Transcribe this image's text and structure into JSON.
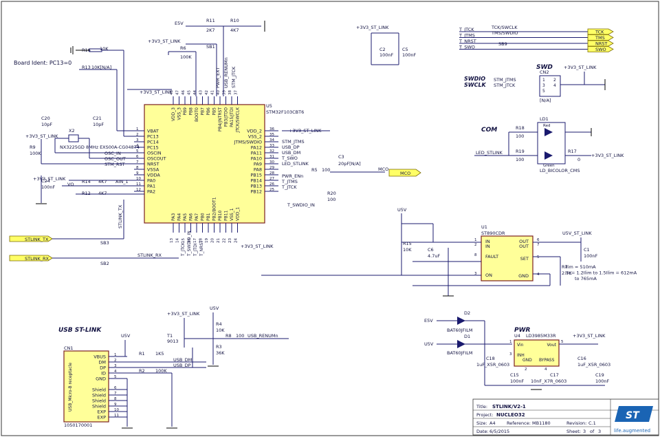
{
  "board_ident": "Board Ident: PC13=0",
  "mcu": {
    "ref": "U5",
    "part": "STM32F103CBT6",
    "left_pins": [
      "VBAT",
      "PC13",
      "PC14",
      "PC15",
      "OSCIN",
      "OSCOUT",
      "NRST",
      "VSSA",
      "VDDA",
      "PA0",
      "PA1",
      "PA2"
    ],
    "left_nums": [
      "1",
      "2",
      "3",
      "4",
      "5",
      "6",
      "7",
      "8",
      "9",
      "10",
      "11",
      "12"
    ],
    "right_pins": [
      "VDD_2",
      "VSS_2",
      "JTMS/SWDIO",
      "PA12",
      "PA11",
      "PA10",
      "PA9",
      "PA8",
      "PB15",
      "PB14",
      "PB13",
      "PB12"
    ],
    "right_nums": [
      "36",
      "35",
      "34",
      "33",
      "32",
      "31",
      "30",
      "29",
      "28",
      "27",
      "26",
      "25"
    ],
    "top_pins": [
      "VDD_3",
      "VSS_3",
      "PB9",
      "PB8",
      "BOOT0",
      "PB7",
      "PB6",
      "PB5",
      "PB4/JNTRST",
      "PB3/JTDO",
      "PA15/JTDI",
      "JTCK/SWCLK"
    ],
    "top_nums": [
      "48",
      "47",
      "46",
      "45",
      "44",
      "43",
      "42",
      "41",
      "40",
      "39",
      "38",
      "37"
    ],
    "bottom_pins": [
      "PA3",
      "PA4",
      "PA5",
      "PA6",
      "PA7",
      "PB0",
      "PB1",
      "PB2/BOOT1",
      "PB10",
      "PB11",
      "VSS_1",
      "VDD_1"
    ],
    "bottom_nums": [
      "13",
      "14",
      "15",
      "16",
      "17",
      "18",
      "19",
      "20",
      "21",
      "22",
      "23",
      "24"
    ]
  },
  "nets": {
    "e5v": "E5V",
    "u5v": "U5V",
    "v3st": "+3V3_ST_LINK",
    "u5v_st": "U5V_ST_LINK",
    "osc_in": "OSC_IN",
    "osc_out": "OSC_OUT",
    "stm_rst": "STM_RST",
    "ain1": "AIN_1",
    "vo": "VO",
    "stlink_tx": "STLINK_TX",
    "stlink_rx": "STLINK_RX",
    "stm_jtms": "STM_JTMS",
    "usb_dp": "USB_DP",
    "usb_dm": "USB_DM",
    "t_swo": "T_SWO",
    "led_stlink": "LED_STLINK",
    "t_jtms": "T_JTMS",
    "t_jtck": "T_JTCK",
    "t_swdio_in": "T_SWDIO_IN",
    "pwr_enn": "PWR_ENn",
    "pwr_ext": "PWR_EXT",
    "usb_renumn": "USB_RENUMn",
    "stm_jtck": "STM_JTCK",
    "mco": "MCO",
    "t_nrst": "T_NRST",
    "tck_swclk": "TCK/SWCLK",
    "tms_swdio": "TMS/SWDIO",
    "stm_jtms2": "STM_JTMS",
    "stm_jtck2": "STM_JTCK"
  },
  "bottom_nets": [
    "T_JTCK",
    "T_SWDIO_IN",
    "T_JTDI",
    "T_NRST"
  ],
  "components": {
    "r16": "R16",
    "r16v": "10K",
    "r13": "R13",
    "r13v": "10K[N/A]",
    "r11": "R11",
    "r11v": "2K7",
    "r10": "R10",
    "r10v": "4K7",
    "sb1": "SB1",
    "r6": "R6",
    "r6v": "100K",
    "c20": "C20",
    "c20v": "10pF",
    "c21": "C21",
    "c21v": "10pF",
    "x2": "X2",
    "x2v": "NX3225GD 8MHz EXS00A-CG04874",
    "r9": "R9",
    "r9v": "100K",
    "c24": "C24",
    "c24v": "100nF",
    "r14": "R14",
    "r14v": "4K7",
    "r12": "R12",
    "r12v": "4K7",
    "sb3": "SB3",
    "sb2": "SB2",
    "c2": "C2",
    "c2v": "100nF",
    "c5": "C5",
    "c5v": "100nF",
    "c3": "C3",
    "c3v": "20pF[N/A]",
    "r5": "R5",
    "r5v": "100",
    "r20": "R20",
    "r20v": "100",
    "sb9": "SB9",
    "cn2": "CN2",
    "cn2v": "[N/A]",
    "ld1": "LD1",
    "ld1v": "LD_BICOLOR_CMS",
    "red": "Red",
    "green": "Green",
    "r18": "R18",
    "r18v": "100",
    "r19": "R19",
    "r19v": "100",
    "r17": "R17",
    "r17v": "0",
    "u1": "U1",
    "u1v": "ST890CDR",
    "r15": "R15",
    "r15v": "10K",
    "c6": "C6",
    "c6v": "4.7uF",
    "c1": "C1",
    "c1v": "100nF",
    "r7": "R7",
    "r7v": "2.7K",
    "t1": "T1",
    "t1v": "9013",
    "r4": "R4",
    "r4v": "10K",
    "r3": "R3",
    "r3v": "36K",
    "r8": "R8",
    "r8v": "100",
    "r1": "R1",
    "r1v": "1K5",
    "r2": "R2",
    "r2v": "100K",
    "cn1": "CN1",
    "cn1v": "USB_Micro-B receptacle",
    "cn1p": "1050170001",
    "d2": "D2",
    "d2v": "BAT60JFILM",
    "d1": "D1",
    "d1v": "BAT60JFILM",
    "u4": "U4",
    "u4v": "LD3985M33R",
    "c18": "C18",
    "c18v": "1uF_X5R_0603",
    "c15": "C15",
    "c15v": "100nF",
    "c17": "C17",
    "c17v": "10nF_X7R_0603",
    "c16": "C16",
    "c16v": "1uF_X5R_0603",
    "c19": "C19",
    "c19v": "100nF"
  },
  "u1_pins": {
    "in1": "IN",
    "in2": "IN",
    "out1": "OUT",
    "out2": "OUT",
    "fault": "FAULT",
    "set": "SET",
    "on": "ON",
    "gnd": "GND"
  },
  "u1_nums": [
    "1",
    "2",
    "8",
    "3",
    "6",
    "7",
    "5",
    "4"
  ],
  "u4_pins": {
    "vin": "Vin",
    "vout": "Vout",
    "inh": "INH",
    "gnd": "GND",
    "bypass": "BYPASS"
  },
  "u4_nums": [
    "1",
    "5",
    "3",
    "2",
    "4"
  ],
  "cn1_pins": [
    "VBUS",
    "DM",
    "DP",
    "ID",
    "GND",
    "Shield",
    "Shield",
    "Shield",
    "Shield",
    "EXP",
    "EXP"
  ],
  "cn1_nums": [
    "1",
    "2",
    "3",
    "4",
    "5",
    "6",
    "7",
    "8",
    "9",
    "10",
    "11"
  ],
  "cn2_nums": [
    "1",
    "2",
    "3",
    "4",
    "5"
  ],
  "ilim_note": [
    "Ilim = 510mA",
    "Isc= 1.2Ilim to 1.5Ilim = 612mA",
    "to 765mA"
  ],
  "section_usb": "USB ST-LINK",
  "section_swd": "SWD",
  "section_swdio": "SWDIO",
  "section_swclk": "SWCLK",
  "section_com": "COM",
  "section_pwr": "PWR",
  "swd_labels": [
    {
      "t": "TCK"
    },
    {
      "t": "TMS"
    },
    {
      "t": "NRST"
    },
    {
      "t": "SWO"
    }
  ],
  "swd_nets": [
    "T_JTCK",
    "T_JTMS",
    "T_NRST",
    "T_SWO"
  ],
  "title_block": {
    "title_label": "Title:",
    "title": "STLINK/V2-1",
    "project_label": "Project:",
    "project": "NUCLEO32",
    "size_label": "Size:",
    "size": "A4",
    "ref_label": "Reference:",
    "ref": "MB1180",
    "rev_label": "Revision:",
    "rev": "C.1",
    "date_label": "Date:",
    "date": "6/5/2015",
    "sheet_label": "Sheet:",
    "sheet": "3",
    "of": "of",
    "sheets": "3",
    "logo": "ST",
    "tagline": "life.augmented"
  },
  "colors": {
    "wire": "#1a1a6e",
    "chip": "#ffff99",
    "label": "#ffff66",
    "border": "#7a1f1f"
  }
}
